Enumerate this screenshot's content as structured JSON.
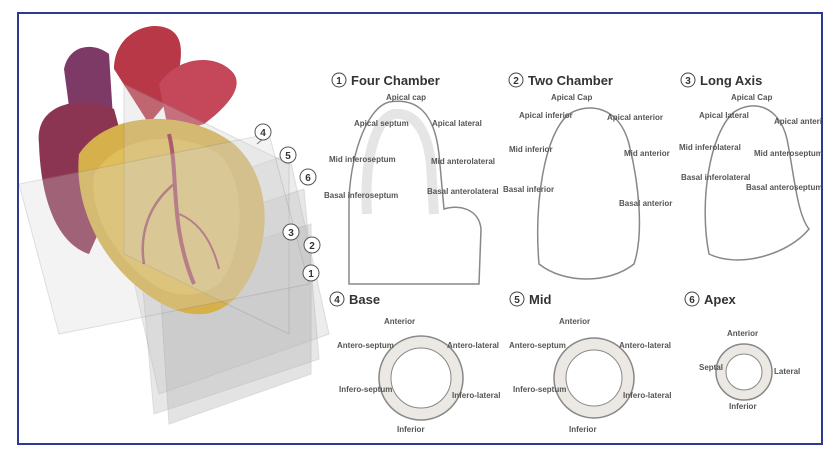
{
  "views": {
    "four_chamber": {
      "number": "1",
      "title": "Four Chamber",
      "labels": {
        "apical_cap": "Apical cap",
        "apical_septum": "Apical septum",
        "apical_lateral": "Apical lateral",
        "mid_inferoseptum": "Mid inferoseptum",
        "mid_anterolateral": "Mid anterolateral",
        "basal_inferoseptum": "Basal inferoseptum",
        "basal_anterolateral": "Basal anterolateral"
      }
    },
    "two_chamber": {
      "number": "2",
      "title": "Two Chamber",
      "labels": {
        "apical_cap": "Apical Cap",
        "apical_inferior": "Apical inferior",
        "apical_anterior": "Apical anterior",
        "mid_inferior": "Mid inferior",
        "mid_anterior": "Mid anterior",
        "basal_inferior": "Basal inferior",
        "basal_anterior": "Basal anterior"
      }
    },
    "long_axis": {
      "number": "3",
      "title": "Long Axis",
      "labels": {
        "apical_cap": "Apical Cap",
        "apical_lateral": "Apical lateral",
        "apical_anterior": "Apical anterior",
        "mid_inferolateral": "Mid inferolateral",
        "mid_anteroseptum": "Mid anteroseptum",
        "basal_inferolateral": "Basal inferolateral",
        "basal_anteroseptum": "Basal anteroseptum"
      }
    },
    "base": {
      "number": "4",
      "title": "Base",
      "labels": {
        "anterior": "Anterior",
        "antero_septum": "Antero-septum",
        "antero_lateral": "Antero-lateral",
        "infero_septum": "Infero-septum",
        "infero_lateral": "Infero-lateral",
        "inferior": "Inferior"
      }
    },
    "mid": {
      "number": "5",
      "title": "Mid",
      "labels": {
        "anterior": "Anterior",
        "antero_septum": "Antero-septum",
        "antero_lateral": "Antero-lateral",
        "infero_septum": "Infero-septum",
        "infero_lateral": "Infero-lateral",
        "inferior": "Inferior"
      }
    },
    "apex": {
      "number": "6",
      "title": "Apex",
      "labels": {
        "anterior": "Anterior",
        "septal": "Septal",
        "lateral": "Lateral",
        "inferior": "Inferior"
      }
    }
  },
  "plane_numbers": [
    "4",
    "5",
    "6",
    "3",
    "2",
    "1"
  ],
  "colors": {
    "frame_border": "#2b3b8f",
    "heart_red": "#9b2a3e",
    "heart_yellow": "#d6b04a",
    "plane_gray": "#b8b8b8",
    "segment_fill": "#ece8e3",
    "outline": "#777777"
  }
}
